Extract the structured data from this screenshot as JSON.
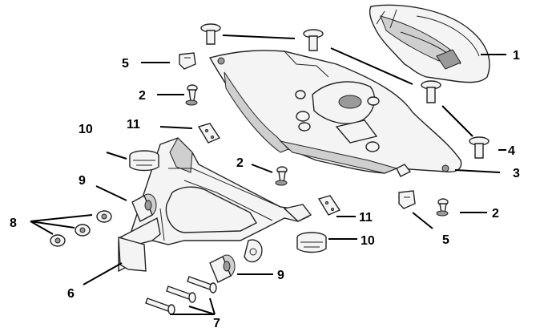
{
  "diagram": {
    "callouts": {
      "c1": "1",
      "c2a": "2",
      "c2b": "2",
      "c2c": "2",
      "c3": "3",
      "c4": "4",
      "c5a": "5",
      "c5b": "5",
      "c6": "6",
      "c7": "7",
      "c8": "8",
      "c9a": "9",
      "c9b": "9",
      "c10a": "10",
      "c10b": "10",
      "c11a": "11",
      "c11b": "11"
    }
  }
}
